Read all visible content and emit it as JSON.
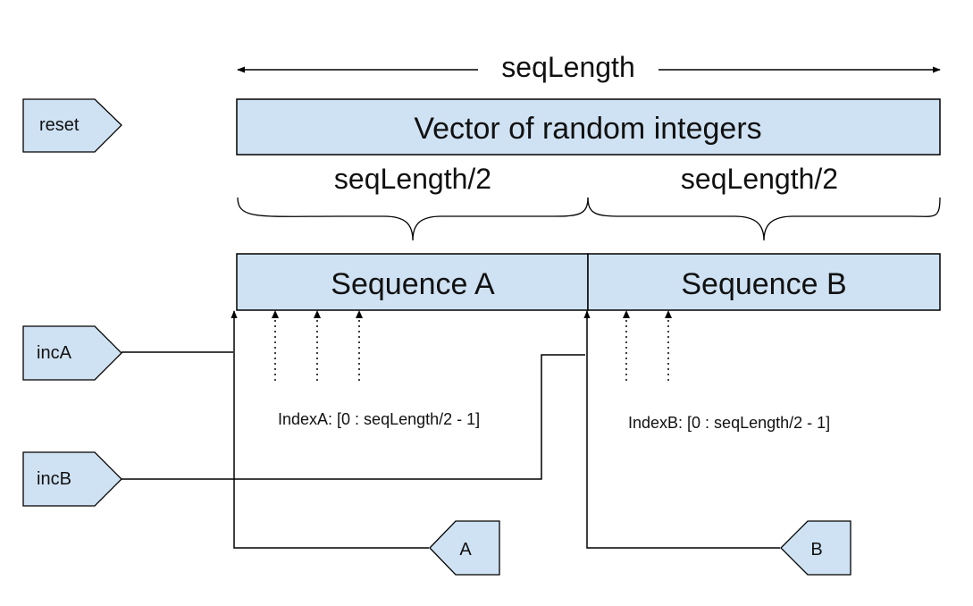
{
  "diagram": {
    "length_label": "seqLength",
    "vector_label": "Vector of random integers",
    "half_left_label": "seqLength/2",
    "half_right_label": "seqLength/2",
    "seq_a_label": "Sequence A",
    "seq_b_label": "Sequence B",
    "index_a_label": "IndexA: [0 : seqLength/2 - 1]",
    "index_b_label": "IndexB: [0 : seqLength/2 - 1]",
    "inputs": {
      "reset": "reset",
      "inc_a": "incA",
      "inc_b": "incB"
    },
    "outputs": {
      "a": "A",
      "b": "B"
    },
    "colors": {
      "box_fill": "#cfe2f3",
      "stroke": "#000000"
    }
  }
}
